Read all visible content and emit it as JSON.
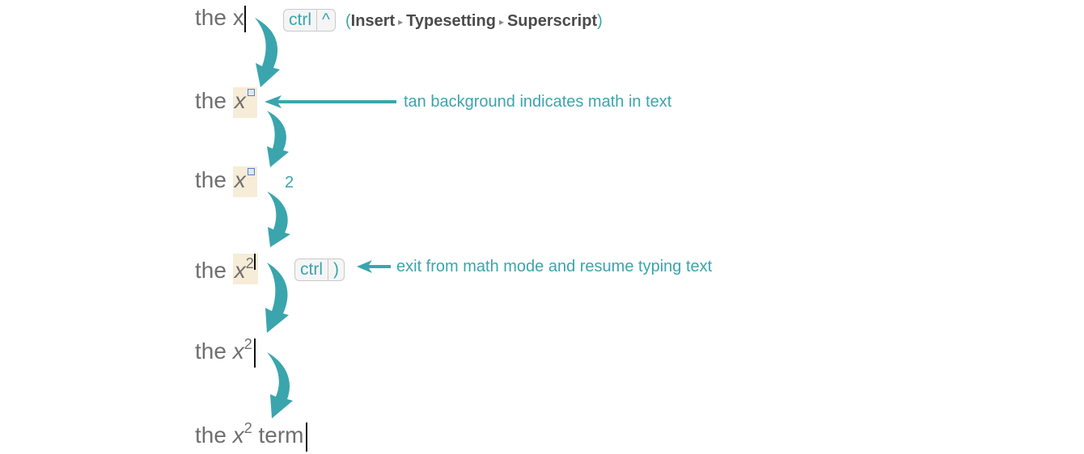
{
  "steps": [
    {
      "prefix": "the x"
    },
    {
      "prefix": "the ",
      "var": "x"
    },
    {
      "prefix": "the ",
      "var": "x"
    },
    {
      "prefix": "the ",
      "var": "x",
      "sup": "2"
    },
    {
      "prefix": "the ",
      "var": "x",
      "sup": "2"
    },
    {
      "prefix": "the ",
      "var": "x",
      "sup": "2",
      "suffix": " term"
    }
  ],
  "typed_char": "2",
  "shortcut_superscript": {
    "modifier": "ctrl",
    "key": "^"
  },
  "menu_path": {
    "open": "(",
    "item1": "Insert",
    "item2": "Typesetting",
    "item3": "Superscript",
    "close": ")",
    "separator": "▸"
  },
  "shortcut_exit": {
    "modifier": "ctrl",
    "key": ")"
  },
  "annotations": {
    "math_background": "tan background indicates math in text",
    "exit_math": "exit from math mode and resume typing text"
  },
  "colors": {
    "accent": "#3aa5ad",
    "math_background": "#f6ecd7",
    "text": "#6f6f6f",
    "placeholder": "#5a82c8"
  }
}
